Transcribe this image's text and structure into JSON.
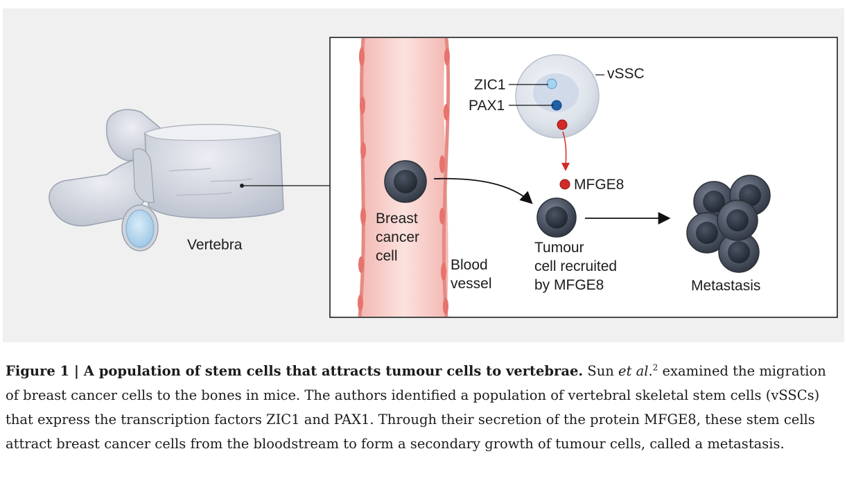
{
  "figure": {
    "labels": {
      "vertebra": "Vertebra",
      "zic1": "ZIC1",
      "pax1": "PAX1",
      "vssc": "vSSC",
      "mfge8": "MFGE8",
      "breast_cancer_cell": "Breast\ncancer\ncell",
      "blood_vessel": "Blood\nvessel",
      "tumour_cell_recruited": "Tumour\ncell recruited\nby MFGE8",
      "metastasis": "Metastasis"
    },
    "colors": {
      "panel_bg": "#f0f0f0",
      "vessel": "#f4c9c4",
      "vessel_wall": "#e58a84",
      "cell_dark": "#4a5260",
      "nucleus": "#2a313d",
      "zic1_dot": "#a6d3f0",
      "pax1_dot": "#1f5fa8",
      "mfge8_dot": "#d22a28",
      "bone": "#d8dbe3"
    }
  },
  "caption": {
    "title": "Figure 1 | A population of stem cells that attracts tumour cells to vertebrae.",
    "author": " Sun ",
    "etal": "et al.",
    "ref": "2",
    "body": " examined the migration of breast cancer cells to the bones in mice. The authors identified a population of vertebral skeletal stem cells (vSSCs) that express the transcription factors ZIC1 and PAX1. Through their secretion of the protein MFGE8, these stem cells attract breast cancer cells from the bloodstream to form a secondary growth of tumour cells, called a metastasis."
  }
}
